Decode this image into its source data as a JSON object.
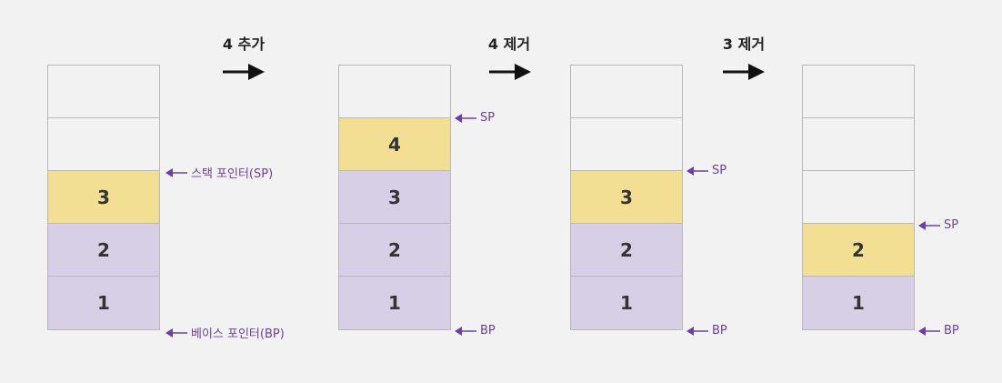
{
  "steps": [
    {
      "label": "4 추가"
    },
    {
      "label": "4 제거"
    },
    {
      "label": "3 제거"
    }
  ],
  "stacks": [
    {
      "cells": [
        "",
        "",
        "3",
        "2",
        "1"
      ],
      "sp_label": "스택 포인터(SP)",
      "bp_label": "베이스 포인터(BP)"
    },
    {
      "cells": [
        "",
        "4",
        "3",
        "2",
        "1"
      ],
      "sp_label": "SP",
      "bp_label": "BP"
    },
    {
      "cells": [
        "",
        "",
        "3",
        "2",
        "1"
      ],
      "sp_label": "SP",
      "bp_label": "BP"
    },
    {
      "cells": [
        "",
        "",
        "",
        "2",
        "1"
      ],
      "sp_label": "SP",
      "bp_label": "BP"
    }
  ],
  "colors": {
    "top": "#f2df94",
    "filled": "#d6cfe5",
    "empty": "#f2f2f2",
    "pointer": "#6b3fa6"
  }
}
